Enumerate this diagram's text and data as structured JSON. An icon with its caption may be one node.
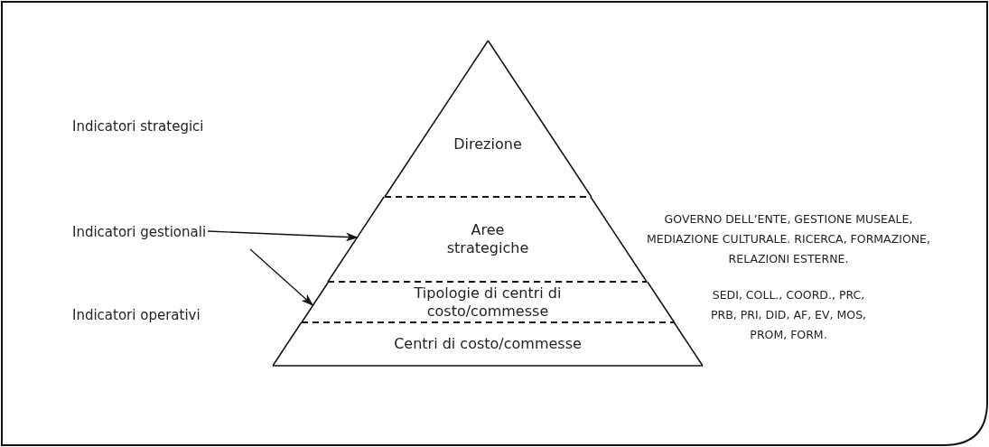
{
  "diagram": {
    "nodes": [
      {
        "text": [
          "Direzione"
        ]
      },
      {
        "text": [
          "Indicatori gestionali"
        ]
      },
      {
        "text": [
          "Aree strategiche"
        ]
      },
      {
        "text": [
          "Tipologie di centri di costo/commesse"
        ]
      },
      {
        "text": [
          "Centri di costo/commesse"
        ]
      }
    ],
    "edges": [
      {
        "from": 1,
        "to": 2,
        "arrow": "to"
      },
      {
        "from": 1,
        "to": 3,
        "arrow": "to"
      }
    ],
    "labels": [
      "Indicatori strategici",
      "GOVERNO DELL’ENTE, GESTIONE MUSEALE, MEDIAZIONE CULTURALE. RICERCA, FORMAZIONE, RELAZIONI ESTERNE.",
      "SEDI, COLL., COORD., PRC, PRB, PRI, DID, AF, EV, MOS, PROM, FORM.",
      "Indicatori operativi"
    ]
  }
}
